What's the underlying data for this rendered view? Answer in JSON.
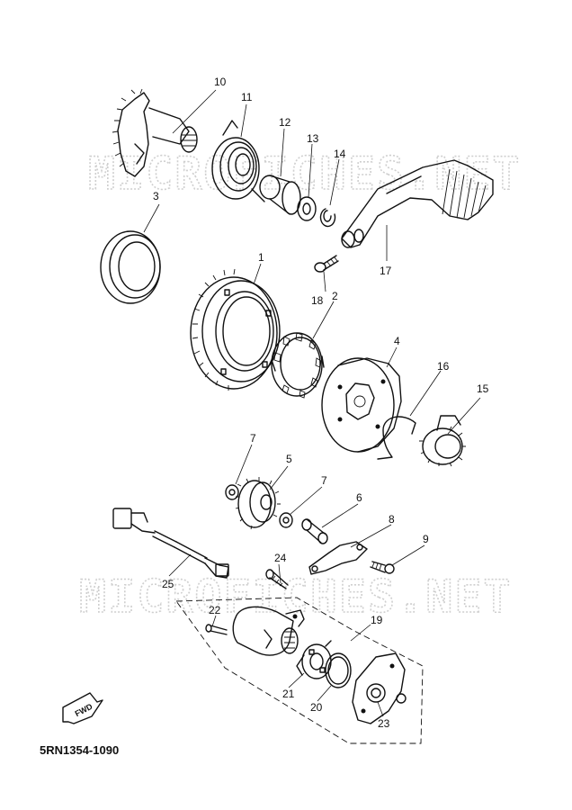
{
  "watermarks": [
    "MICROFICHES.NET",
    "MICROFICHES.NET"
  ],
  "callouts": [
    {
      "id": "p10",
      "text": "10"
    },
    {
      "id": "p11",
      "text": "11"
    },
    {
      "id": "p12",
      "text": "12"
    },
    {
      "id": "p13",
      "text": "13"
    },
    {
      "id": "p14",
      "text": "14"
    },
    {
      "id": "p3",
      "text": "3"
    },
    {
      "id": "p17",
      "text": "17"
    },
    {
      "id": "p1",
      "text": "1"
    },
    {
      "id": "p18",
      "text": "18"
    },
    {
      "id": "p2",
      "text": "2"
    },
    {
      "id": "p4",
      "text": "4"
    },
    {
      "id": "p16",
      "text": "16"
    },
    {
      "id": "p15",
      "text": "15"
    },
    {
      "id": "p7a",
      "text": "7"
    },
    {
      "id": "p5",
      "text": "5"
    },
    {
      "id": "p7b",
      "text": "7"
    },
    {
      "id": "p6",
      "text": "6"
    },
    {
      "id": "p8",
      "text": "8"
    },
    {
      "id": "p9",
      "text": "9"
    },
    {
      "id": "p24",
      "text": "24"
    },
    {
      "id": "p25",
      "text": "25"
    },
    {
      "id": "p19",
      "text": "19"
    },
    {
      "id": "p22",
      "text": "22"
    },
    {
      "id": "p21",
      "text": "21"
    },
    {
      "id": "p20",
      "text": "20"
    },
    {
      "id": "p23",
      "text": "23"
    }
  ],
  "fwd_label": "FWD",
  "diagram_code": "5RN1354-1090"
}
